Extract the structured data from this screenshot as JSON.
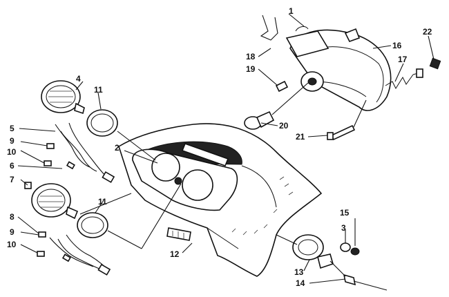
{
  "callouts": [
    {
      "id": "c1",
      "text": "1"
    },
    {
      "id": "c2",
      "text": "2"
    },
    {
      "id": "c3",
      "text": "3"
    },
    {
      "id": "c4",
      "text": "4"
    },
    {
      "id": "c5",
      "text": "5"
    },
    {
      "id": "c6",
      "text": "6"
    },
    {
      "id": "c7",
      "text": "7"
    },
    {
      "id": "c8",
      "text": "8"
    },
    {
      "id": "c9a",
      "text": "9"
    },
    {
      "id": "c9b",
      "text": "9"
    },
    {
      "id": "c10a",
      "text": "10"
    },
    {
      "id": "c10b",
      "text": "10"
    },
    {
      "id": "c11a",
      "text": "11"
    },
    {
      "id": "c11b",
      "text": "11"
    },
    {
      "id": "c12",
      "text": "12"
    },
    {
      "id": "c13",
      "text": "13"
    },
    {
      "id": "c14",
      "text": "14"
    },
    {
      "id": "c15",
      "text": "15"
    },
    {
      "id": "c16",
      "text": "16"
    },
    {
      "id": "c17",
      "text": "17"
    },
    {
      "id": "c18",
      "text": "18"
    },
    {
      "id": "c19",
      "text": "19"
    },
    {
      "id": "c20",
      "text": "20"
    },
    {
      "id": "c21",
      "text": "21"
    },
    {
      "id": "c22",
      "text": "22"
    }
  ]
}
